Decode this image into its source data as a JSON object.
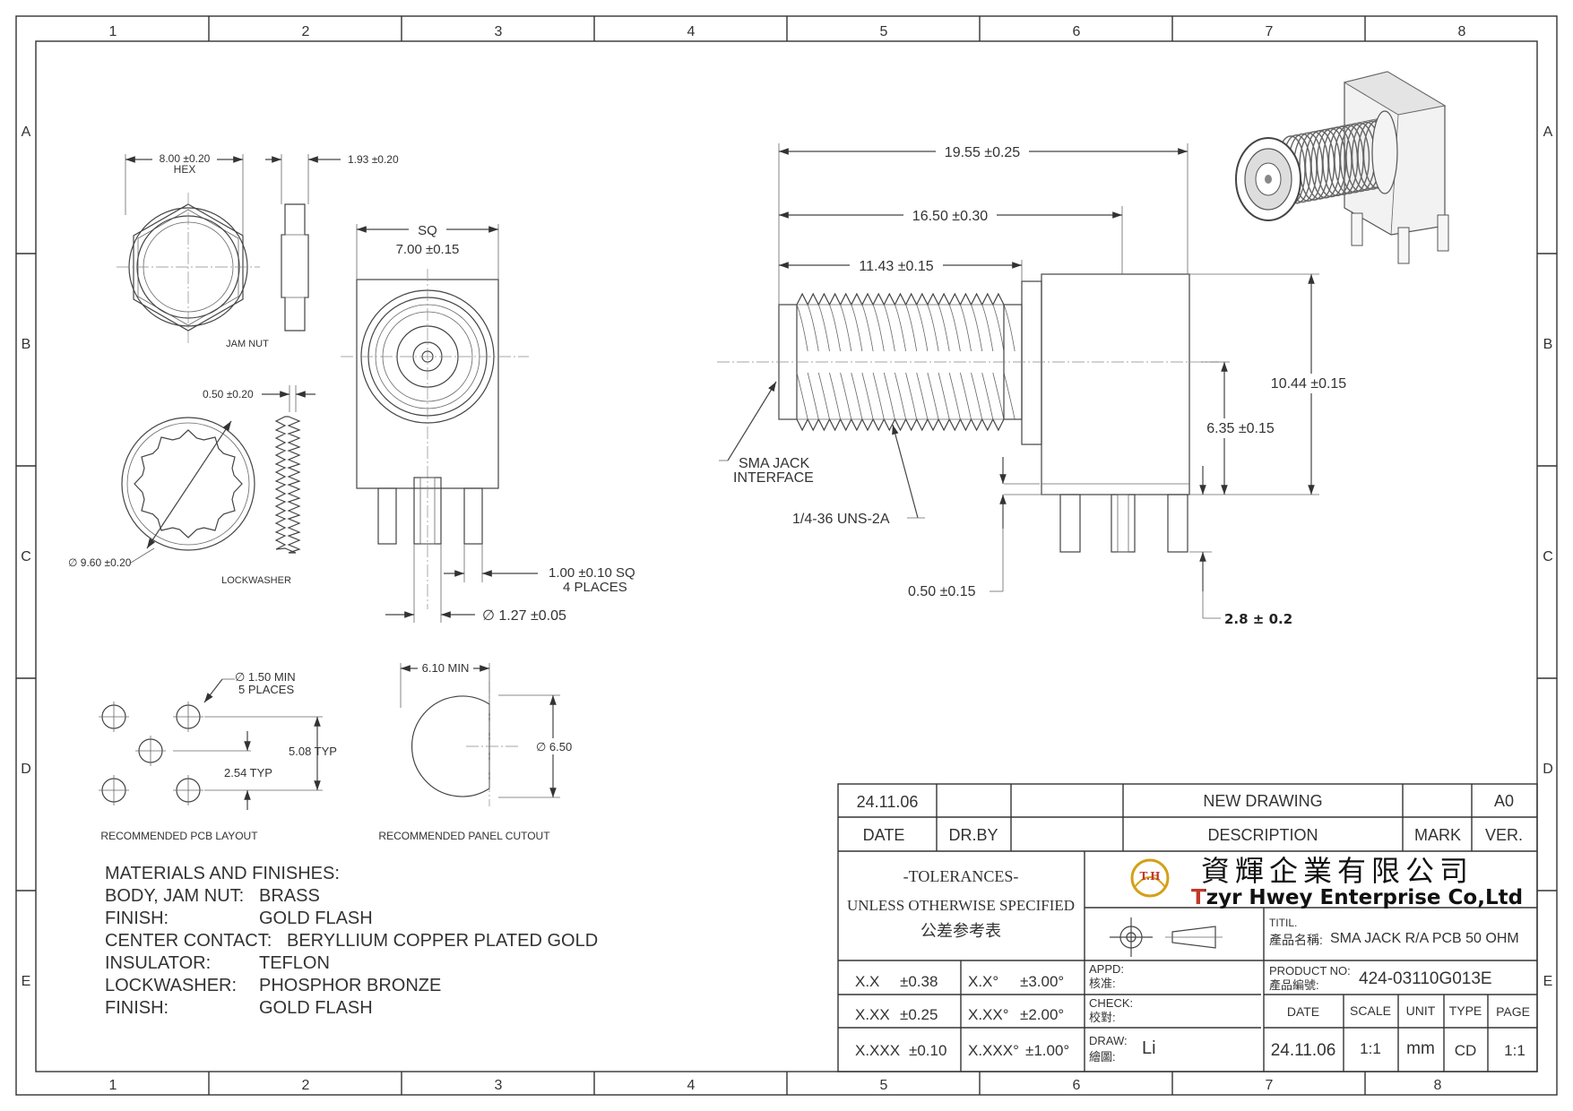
{
  "frame": {
    "columns": [
      "1",
      "2",
      "3",
      "4",
      "5",
      "6",
      "7",
      "8"
    ],
    "bottom_columns": [
      "1",
      "2",
      "3",
      "4",
      "5",
      "6",
      "7",
      "8"
    ],
    "rows": [
      "A",
      "B",
      "C",
      "D",
      "E"
    ]
  },
  "jam_nut": {
    "hex_dim": "8.00 ±0.20",
    "hex_label": "HEX",
    "thickness_dim": "1.93 ±0.20",
    "label": "JAM NUT"
  },
  "front_view": {
    "sq_label": "SQ",
    "sq_dim": "7.00 ±0.15",
    "pin_dim_1": "1.00 ±0.10  SQ",
    "pin_dim_2": "4 PLACES",
    "center_pin_dim": "∅ 1.27 ±0.05"
  },
  "lockwasher": {
    "thickness_dim": "0.50 ±0.20",
    "diameter_dim": "∅ 9.60 ±0.20",
    "label": "LOCKWASHER"
  },
  "pcb_layout": {
    "hole_dim_1": "∅ 1.50  MIN",
    "hole_dim_2": "5 PLACES",
    "typ_508": "5.08  TYP",
    "typ_254": "2.54  TYP",
    "label": "RECOMMENDED PCB LAYOUT"
  },
  "panel_cutout": {
    "width_dim": "6.10  MIN",
    "diameter_dim": "∅ 6.50",
    "label": "RECOMMENDED PANEL CUTOUT"
  },
  "side_view": {
    "dim_total": "19.55 ±0.25",
    "dim_body": "16.50 ±0.30",
    "dim_thread": "11.43 ±0.15",
    "dim_height": "10.44 ±0.15",
    "dim_center": "6.35 ±0.15",
    "dim_standoff": "0.50 ±0.15",
    "dim_pin": "2.8 ± 0.2",
    "interface_1": "SMA JACK",
    "interface_2": "INTERFACE",
    "thread_spec": "1/4-36 UNS-2A"
  },
  "materials": [
    {
      "label": "MATERIALS AND FINISHES:",
      "value": ""
    },
    {
      "label": "BODY, JAM NUT:",
      "value": "BRASS"
    },
    {
      "label": "FINISH:",
      "value": "GOLD FLASH"
    },
    {
      "label": "CENTER CONTACT:",
      "value": "BERYLLIUM COPPER PLATED GOLD"
    },
    {
      "label": "INSULATOR:",
      "value": "TEFLON"
    },
    {
      "label": "LOCKWASHER:",
      "value": "PHOSPHOR BRONZE"
    },
    {
      "label": "FINISH:",
      "value": "GOLD FLASH"
    }
  ],
  "title_block": {
    "rev_date": "24.11.06",
    "rev_desc": "NEW  DRAWING",
    "rev_ver": "A0",
    "hdr_date": "DATE",
    "hdr_drby": "DR.BY",
    "hdr_desc": "DESCRIPTION",
    "hdr_mark": "MARK",
    "hdr_ver": "VER.",
    "tol_title": "-TOLERANCES-",
    "tol_sub": "UNLESS OTHERWISE SPECIFIED",
    "tol_cn": "公差参考表",
    "company_cn": "資輝企業有限公司",
    "company_en": "Tzyr Hwey Enterprise Co,Ltd",
    "logo_text": "T.H",
    "titil_label": "TITIL.",
    "titil_cn": "產品名稱:",
    "titil_value": "SMA JACK R/A PCB 50 OHM",
    "product_label": "PRODUCT NO:",
    "product_cn": "產品編號:",
    "product_value": "424-03110G013E",
    "tol_rows": [
      {
        "a": "X.X",
        "b": "±0.38",
        "c": "X.X°",
        "d": "±3.00°"
      },
      {
        "a": "X.XX",
        "b": "±0.25",
        "c": "X.XX°",
        "d": "±2.00°"
      },
      {
        "a": "X.XXX",
        "b": "±0.10",
        "c": "X.XXX°",
        "d": "±1.00°"
      }
    ],
    "appd_label": "APPD:",
    "appd_cn": "核准:",
    "check_label": "CHECK:",
    "check_cn": "校對:",
    "draw_label": "DRAW:",
    "draw_cn": "繪圖:",
    "draw_value": "Li",
    "h_date": "DATE",
    "h_scale": "SCALE",
    "h_unit": "UNIT",
    "h_type": "TYPE",
    "h_page": "PAGE",
    "v_date": "24.11.06",
    "v_scale": "1:1",
    "v_unit": "mm",
    "v_type": "CD",
    "v_page": "1:1"
  }
}
